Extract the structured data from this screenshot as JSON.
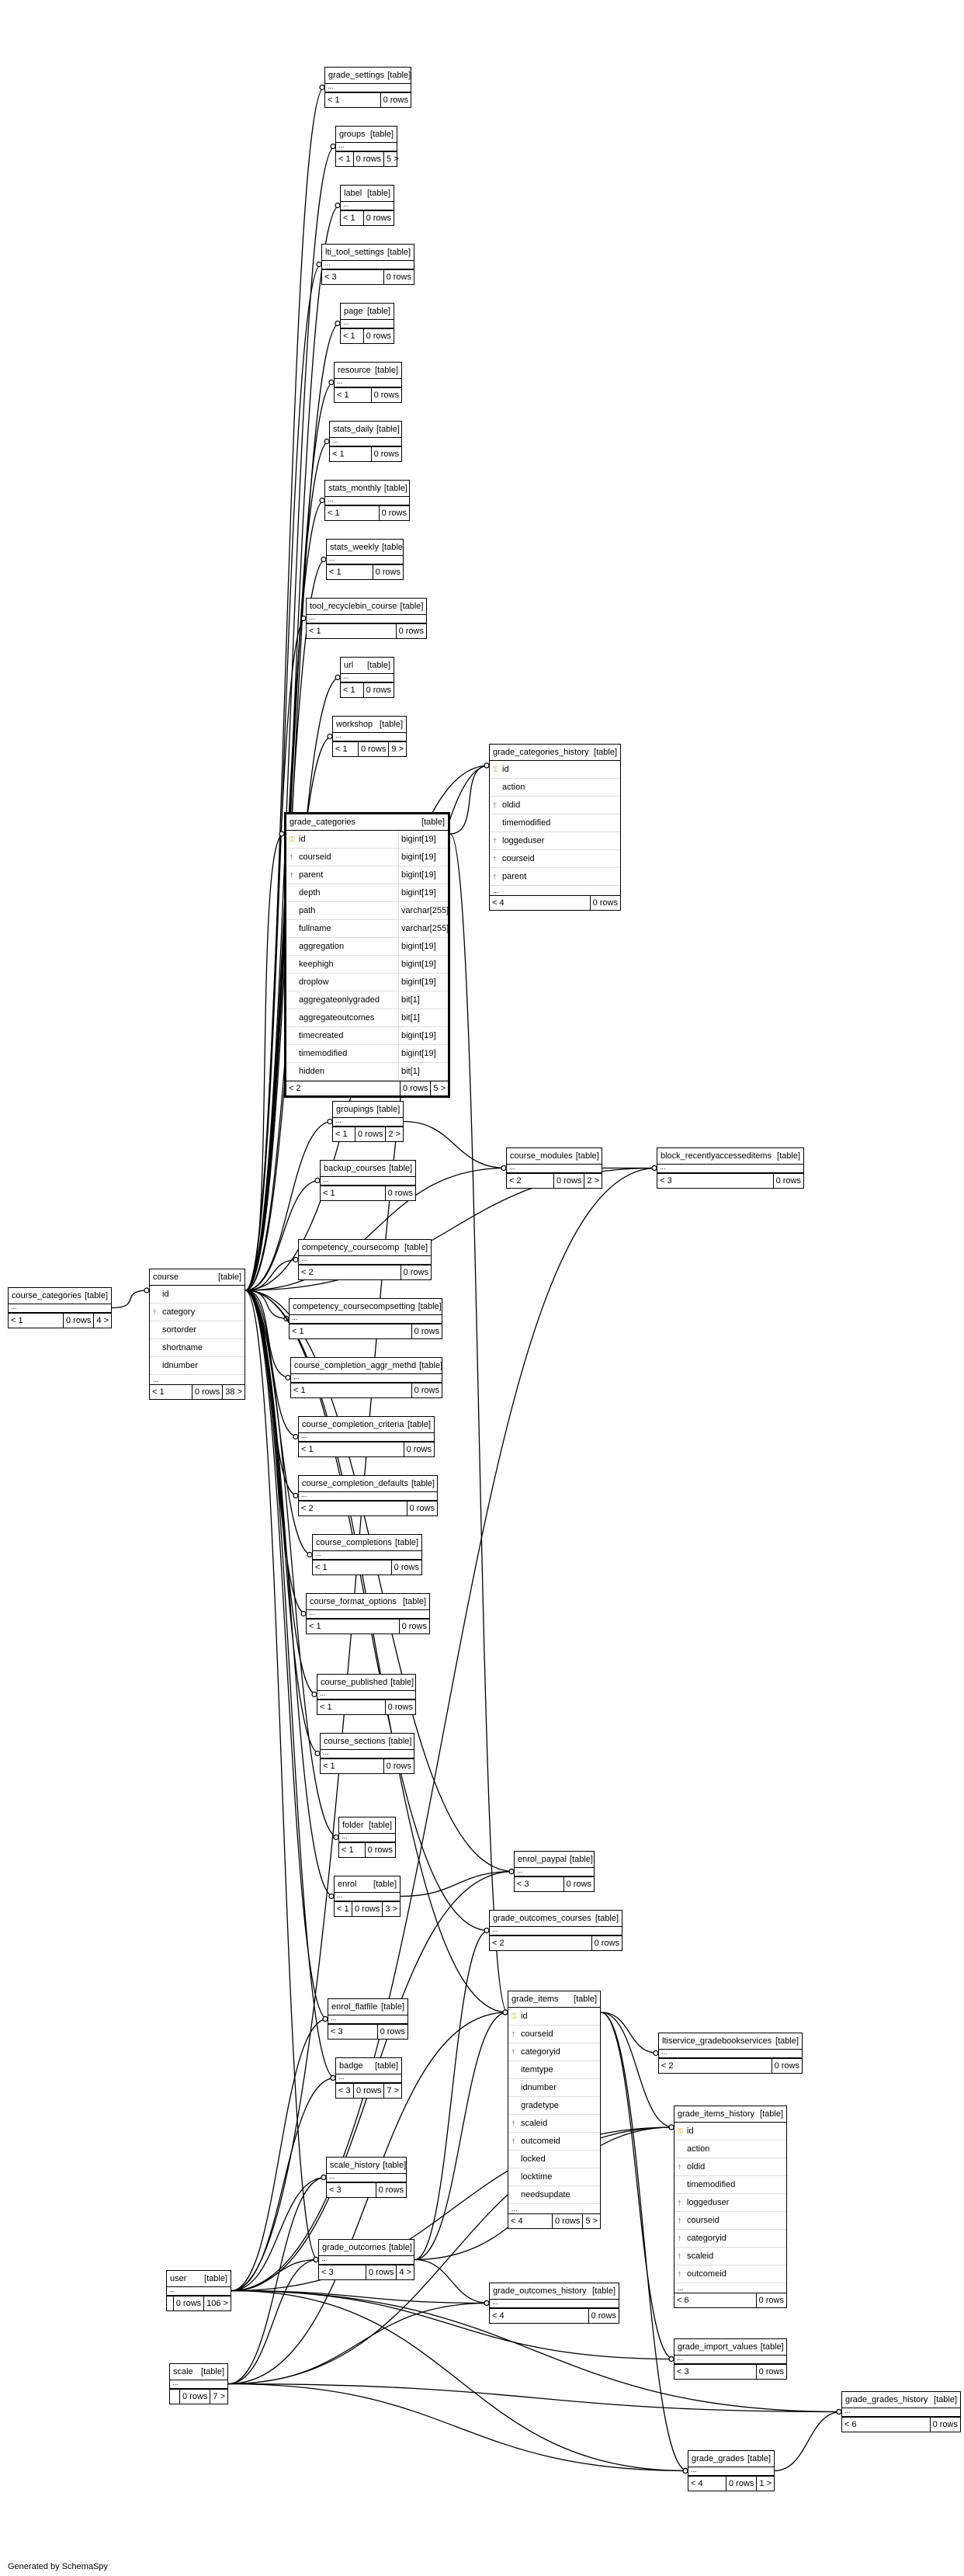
{
  "footer": "Generated by SchemaSpy",
  "tables": [
    {
      "id": "grade_settings",
      "name": "grade_settings",
      "type": "[table]",
      "children": "< 1",
      "rows": "0 rows",
      "parents": ""
    },
    {
      "id": "groups",
      "name": "groups",
      "type": "[table]",
      "children": "< 1",
      "rows": "0 rows",
      "parents": "5 >"
    },
    {
      "id": "label",
      "name": "label",
      "type": "[table]",
      "children": "< 1",
      "rows": "0 rows",
      "parents": ""
    },
    {
      "id": "lti_tool_settings",
      "name": "lti_tool_settings",
      "type": "[table]",
      "children": "< 3",
      "rows": "0 rows",
      "parents": ""
    },
    {
      "id": "page",
      "name": "page",
      "type": "[table]",
      "children": "< 1",
      "rows": "0 rows",
      "parents": ""
    },
    {
      "id": "resource",
      "name": "resource",
      "type": "[table]",
      "children": "< 1",
      "rows": "0 rows",
      "parents": ""
    },
    {
      "id": "stats_daily",
      "name": "stats_daily",
      "type": "[table]",
      "children": "< 1",
      "rows": "0 rows",
      "parents": ""
    },
    {
      "id": "stats_monthly",
      "name": "stats_monthly",
      "type": "[table]",
      "children": "< 1",
      "rows": "0 rows",
      "parents": ""
    },
    {
      "id": "stats_weekly",
      "name": "stats_weekly",
      "type": "[table]",
      "children": "< 1",
      "rows": "0 rows",
      "parents": ""
    },
    {
      "id": "tool_recyclebin_course",
      "name": "tool_recyclebin_course",
      "type": "[table]",
      "children": "< 1",
      "rows": "0 rows",
      "parents": ""
    },
    {
      "id": "url",
      "name": "url",
      "type": "[table]",
      "children": "< 1",
      "rows": "0 rows",
      "parents": ""
    },
    {
      "id": "workshop",
      "name": "workshop",
      "type": "[table]",
      "children": "< 1",
      "rows": "0 rows",
      "parents": "9 >"
    },
    {
      "id": "grade_categories_history",
      "name": "grade_categories_history",
      "type": "[table]",
      "columns": [
        {
          "key": "pk",
          "name": "id"
        },
        {
          "key": "",
          "name": "action"
        },
        {
          "key": "fk",
          "name": "oldid"
        },
        {
          "key": "",
          "name": "timemodified"
        },
        {
          "key": "fk",
          "name": "loggeduser"
        },
        {
          "key": "fk",
          "name": "courseid"
        },
        {
          "key": "fk",
          "name": "parent"
        }
      ],
      "ellipsis": "...",
      "children": "< 4",
      "rows": "0 rows",
      "parents": ""
    },
    {
      "id": "grade_categories",
      "name": "grade_categories",
      "type": "[table]",
      "focus": true,
      "columns": [
        {
          "key": "pk",
          "name": "id",
          "dtype": "bigint[19]"
        },
        {
          "key": "fk",
          "name": "courseid",
          "dtype": "bigint[19]"
        },
        {
          "key": "fk",
          "name": "parent",
          "dtype": "bigint[19]"
        },
        {
          "key": "",
          "name": "depth",
          "dtype": "bigint[19]"
        },
        {
          "key": "",
          "name": "path",
          "dtype": "varchar[255]"
        },
        {
          "key": "",
          "name": "fullname",
          "dtype": "varchar[255]"
        },
        {
          "key": "",
          "name": "aggregation",
          "dtype": "bigint[19]"
        },
        {
          "key": "",
          "name": "keephigh",
          "dtype": "bigint[19]"
        },
        {
          "key": "",
          "name": "droplow",
          "dtype": "bigint[19]"
        },
        {
          "key": "",
          "name": "aggregateonlygraded",
          "dtype": "bit[1]"
        },
        {
          "key": "",
          "name": "aggregateoutcomes",
          "dtype": "bit[1]"
        },
        {
          "key": "",
          "name": "timecreated",
          "dtype": "bigint[19]"
        },
        {
          "key": "",
          "name": "timemodified",
          "dtype": "bigint[19]"
        },
        {
          "key": "",
          "name": "hidden",
          "dtype": "bit[1]"
        }
      ],
      "children": "< 2",
      "rows": "0 rows",
      "parents": "5 >"
    },
    {
      "id": "groupings",
      "name": "groupings",
      "type": "[table]",
      "children": "< 1",
      "rows": "0 rows",
      "parents": "2 >"
    },
    {
      "id": "backup_courses",
      "name": "backup_courses",
      "type": "[table]",
      "children": "< 1",
      "rows": "0 rows",
      "parents": ""
    },
    {
      "id": "course_modules",
      "name": "course_modules",
      "type": "[table]",
      "children": "< 2",
      "rows": "0 rows",
      "parents": "2 >"
    },
    {
      "id": "block_recentlyaccesseditems",
      "name": "block_recentlyaccesseditems",
      "type": "[table]",
      "children": "< 3",
      "rows": "0 rows",
      "parents": ""
    },
    {
      "id": "course_categories",
      "name": "course_categories",
      "type": "[table]",
      "children": "< 1",
      "rows": "0 rows",
      "parents": "4 >"
    },
    {
      "id": "course",
      "name": "course",
      "type": "[table]",
      "columns": [
        {
          "key": "",
          "name": "id"
        },
        {
          "key": "fk",
          "name": "category"
        },
        {
          "key": "",
          "name": "sortorder"
        },
        {
          "key": "",
          "name": "shortname"
        },
        {
          "key": "",
          "name": "idnumber"
        }
      ],
      "ellipsis": "...",
      "children": "< 1",
      "rows": "0 rows",
      "parents": "38 >"
    },
    {
      "id": "competency_coursecomp",
      "name": "competency_coursecomp",
      "type": "[table]",
      "children": "< 2",
      "rows": "0 rows",
      "parents": ""
    },
    {
      "id": "competency_coursecompsetting",
      "name": "competency_coursecompsetting",
      "type": "[table]",
      "children": "< 1",
      "rows": "0 rows",
      "parents": ""
    },
    {
      "id": "course_completion_aggr_methd",
      "name": "course_completion_aggr_methd",
      "type": "[table]",
      "children": "< 1",
      "rows": "0 rows",
      "parents": ""
    },
    {
      "id": "course_completion_criteria",
      "name": "course_completion_criteria",
      "type": "[table]",
      "children": "< 1",
      "rows": "0 rows",
      "parents": ""
    },
    {
      "id": "course_completion_defaults",
      "name": "course_completion_defaults",
      "type": "[table]",
      "children": "< 2",
      "rows": "0 rows",
      "parents": ""
    },
    {
      "id": "course_completions",
      "name": "course_completions",
      "type": "[table]",
      "children": "< 1",
      "rows": "0 rows",
      "parents": ""
    },
    {
      "id": "course_format_options",
      "name": "course_format_options",
      "type": "[table]",
      "children": "< 1",
      "rows": "0 rows",
      "parents": ""
    },
    {
      "id": "course_published",
      "name": "course_published",
      "type": "[table]",
      "children": "< 1",
      "rows": "0 rows",
      "parents": ""
    },
    {
      "id": "course_sections",
      "name": "course_sections",
      "type": "[table]",
      "children": "< 1",
      "rows": "0 rows",
      "parents": ""
    },
    {
      "id": "folder",
      "name": "folder",
      "type": "[table]",
      "children": "< 1",
      "rows": "0 rows",
      "parents": ""
    },
    {
      "id": "enrol",
      "name": "enrol",
      "type": "[table]",
      "children": "< 1",
      "rows": "0 rows",
      "parents": "3 >"
    },
    {
      "id": "enrol_paypal",
      "name": "enrol_paypal",
      "type": "[table]",
      "children": "< 3",
      "rows": "0 rows",
      "parents": ""
    },
    {
      "id": "grade_outcomes_courses",
      "name": "grade_outcomes_courses",
      "type": "[table]",
      "children": "< 2",
      "rows": "0 rows",
      "parents": ""
    },
    {
      "id": "enrol_flatfile",
      "name": "enrol_flatfile",
      "type": "[table]",
      "children": "< 3",
      "rows": "0 rows",
      "parents": ""
    },
    {
      "id": "grade_items",
      "name": "grade_items",
      "type": "[table]",
      "columns": [
        {
          "key": "pk",
          "name": "id"
        },
        {
          "key": "fk",
          "name": "courseid"
        },
        {
          "key": "fk",
          "name": "categoryid"
        },
        {
          "key": "",
          "name": "itemtype"
        },
        {
          "key": "",
          "name": "idnumber"
        },
        {
          "key": "",
          "name": "gradetype"
        },
        {
          "key": "fk",
          "name": "scaleid"
        },
        {
          "key": "fk",
          "name": "outcomeid"
        },
        {
          "key": "",
          "name": "locked"
        },
        {
          "key": "",
          "name": "locktime"
        },
        {
          "key": "",
          "name": "needsupdate"
        }
      ],
      "ellipsis": "...",
      "children": "< 4",
      "rows": "0 rows",
      "parents": "5 >"
    },
    {
      "id": "ltiservice_gradebookservices",
      "name": "ltiservice_gradebookservices",
      "type": "[table]",
      "children": "< 2",
      "rows": "0 rows",
      "parents": ""
    },
    {
      "id": "badge",
      "name": "badge",
      "type": "[table]",
      "children": "< 3",
      "rows": "0 rows",
      "parents": "7 >"
    },
    {
      "id": "grade_items_history",
      "name": "grade_items_history",
      "type": "[table]",
      "columns": [
        {
          "key": "pk",
          "name": "id"
        },
        {
          "key": "",
          "name": "action"
        },
        {
          "key": "fk",
          "name": "oldid"
        },
        {
          "key": "",
          "name": "timemodified"
        },
        {
          "key": "fk",
          "name": "loggeduser"
        },
        {
          "key": "fk",
          "name": "courseid"
        },
        {
          "key": "fk",
          "name": "categoryid"
        },
        {
          "key": "fk",
          "name": "scaleid"
        },
        {
          "key": "fk",
          "name": "outcomeid"
        }
      ],
      "ellipsis": "...",
      "children": "< 6",
      "rows": "0 rows",
      "parents": ""
    },
    {
      "id": "scale_history",
      "name": "scale_history",
      "type": "[table]",
      "children": "< 3",
      "rows": "0 rows",
      "parents": ""
    },
    {
      "id": "user",
      "name": "user",
      "type": "[table]",
      "children": "",
      "rows": "0 rows",
      "parents": "106 >"
    },
    {
      "id": "grade_outcomes",
      "name": "grade_outcomes",
      "type": "[table]",
      "children": "< 3",
      "rows": "0 rows",
      "parents": "4 >"
    },
    {
      "id": "grade_outcomes_history",
      "name": "grade_outcomes_history",
      "type": "[table]",
      "children": "< 4",
      "rows": "0 rows",
      "parents": ""
    },
    {
      "id": "grade_import_values",
      "name": "grade_import_values",
      "type": "[table]",
      "children": "< 3",
      "rows": "0 rows",
      "parents": ""
    },
    {
      "id": "scale",
      "name": "scale",
      "type": "[table]",
      "children": "",
      "rows": "0 rows",
      "parents": "7 >"
    },
    {
      "id": "grade_grades_history",
      "name": "grade_grades_history",
      "type": "[table]",
      "children": "< 6",
      "rows": "0 rows",
      "parents": ""
    },
    {
      "id": "grade_grades",
      "name": "grade_grades",
      "type": "[table]",
      "children": "< 4",
      "rows": "0 rows",
      "parents": "1 >"
    }
  ]
}
